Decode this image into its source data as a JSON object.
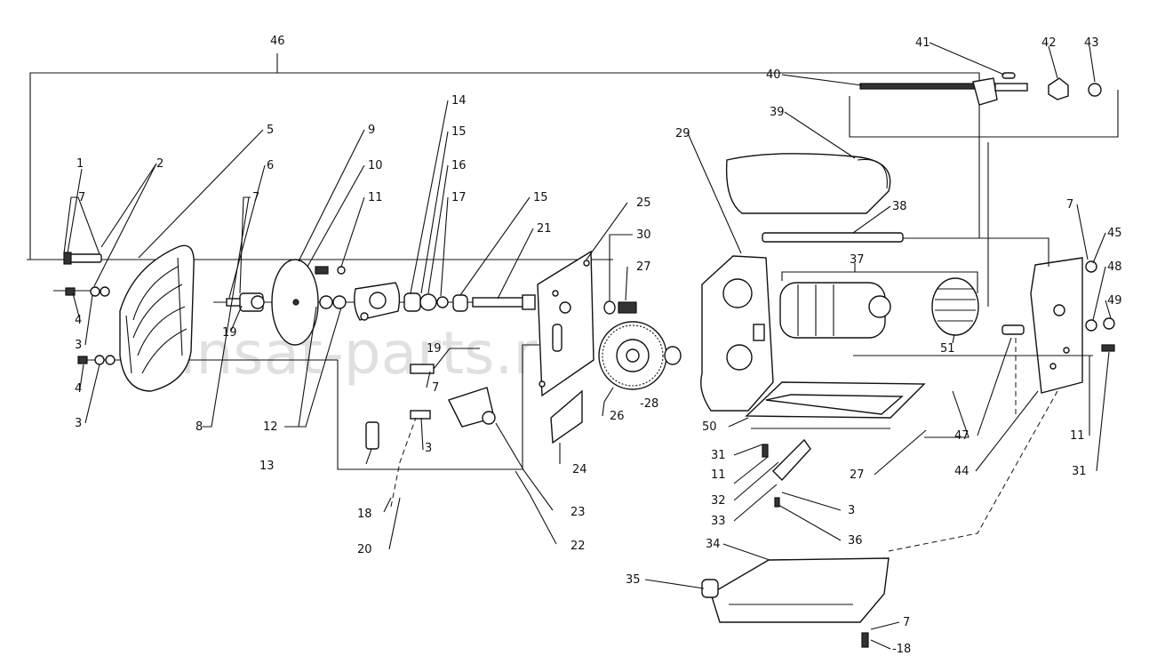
{
  "watermark": "ansat-parts.ru",
  "callouts": [
    {
      "id": "c46",
      "label": "46"
    },
    {
      "id": "c1",
      "label": "1"
    },
    {
      "id": "c2",
      "label": "2"
    },
    {
      "id": "c7a",
      "label": "7"
    },
    {
      "id": "c4a",
      "label": "4"
    },
    {
      "id": "c3a",
      "label": "3"
    },
    {
      "id": "c4b",
      "label": "4"
    },
    {
      "id": "c3b",
      "label": "3"
    },
    {
      "id": "c5",
      "label": "5"
    },
    {
      "id": "c6",
      "label": "6"
    },
    {
      "id": "c7b",
      "label": "7"
    },
    {
      "id": "c19a",
      "label": "19"
    },
    {
      "id": "c8",
      "label": "8"
    },
    {
      "id": "c9",
      "label": "9"
    },
    {
      "id": "c10",
      "label": "10"
    },
    {
      "id": "c11a",
      "label": "11"
    },
    {
      "id": "c12",
      "label": "12"
    },
    {
      "id": "c14",
      "label": "14"
    },
    {
      "id": "c15a",
      "label": "15"
    },
    {
      "id": "c16",
      "label": "16"
    },
    {
      "id": "c17",
      "label": "17"
    },
    {
      "id": "c15b",
      "label": "15"
    },
    {
      "id": "c21",
      "label": "21"
    },
    {
      "id": "c13",
      "label": "13"
    },
    {
      "id": "c18a",
      "label": "18"
    },
    {
      "id": "c20",
      "label": "20"
    },
    {
      "id": "c19b",
      "label": "19"
    },
    {
      "id": "c7c",
      "label": "7"
    },
    {
      "id": "c3c",
      "label": "3"
    },
    {
      "id": "c23",
      "label": "23"
    },
    {
      "id": "c22",
      "label": "22"
    },
    {
      "id": "c25",
      "label": "25"
    },
    {
      "id": "c30",
      "label": "30"
    },
    {
      "id": "c27a",
      "label": "27"
    },
    {
      "id": "c24",
      "label": "24"
    },
    {
      "id": "c26",
      "label": "26"
    },
    {
      "id": "c28",
      "label": "-28"
    },
    {
      "id": "c29",
      "label": "29"
    },
    {
      "id": "c39",
      "label": "39"
    },
    {
      "id": "c40",
      "label": "40"
    },
    {
      "id": "c41",
      "label": "41"
    },
    {
      "id": "c42",
      "label": "42"
    },
    {
      "id": "c43",
      "label": "43"
    },
    {
      "id": "c38",
      "label": "38"
    },
    {
      "id": "c37",
      "label": "37"
    },
    {
      "id": "c51",
      "label": "51"
    },
    {
      "id": "c50",
      "label": "50"
    },
    {
      "id": "c31a",
      "label": "31"
    },
    {
      "id": "c11b",
      "label": "11"
    },
    {
      "id": "c32",
      "label": "32"
    },
    {
      "id": "c33",
      "label": "33"
    },
    {
      "id": "c3d",
      "label": "3"
    },
    {
      "id": "c36",
      "label": "36"
    },
    {
      "id": "c27b",
      "label": "27"
    },
    {
      "id": "c7d",
      "label": "7"
    },
    {
      "id": "c45",
      "label": "45"
    },
    {
      "id": "c48",
      "label": "48"
    },
    {
      "id": "c49",
      "label": "49"
    },
    {
      "id": "c47",
      "label": "47"
    },
    {
      "id": "c11c",
      "label": "11"
    },
    {
      "id": "c44",
      "label": "44"
    },
    {
      "id": "c31b",
      "label": "31"
    },
    {
      "id": "c34",
      "label": "34"
    },
    {
      "id": "c35",
      "label": "35"
    },
    {
      "id": "c7e",
      "label": "7"
    },
    {
      "id": "c18b",
      "label": "-18"
    }
  ]
}
